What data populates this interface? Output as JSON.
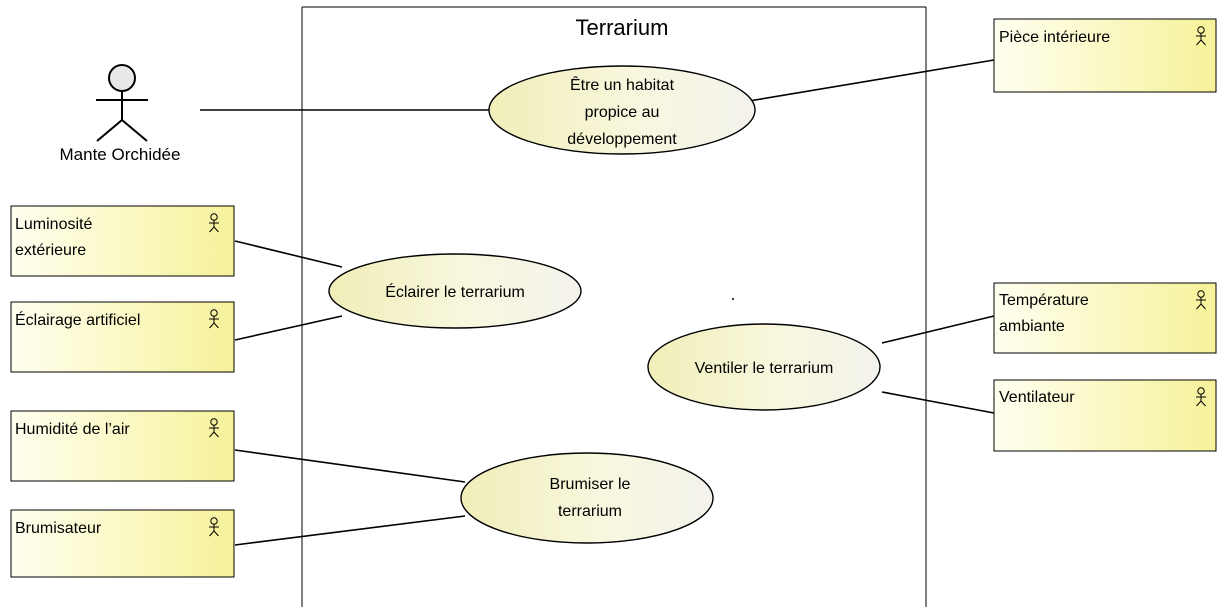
{
  "diagram": {
    "system_title": "Terrarium",
    "primary_actor": {
      "name": "Mante Orchidée",
      "icon": "stick-figure-actor-icon"
    },
    "use_cases": {
      "habitat": [
        "Être un habitat",
        "propice au",
        "développement"
      ],
      "eclairer": [
        "Éclairer le terrarium"
      ],
      "ventiler": [
        "Ventiler le terrarium"
      ],
      "brumiser": [
        "Brumiser le",
        "terrarium"
      ]
    },
    "external_actors": {
      "piece": [
        "Pièce intérieure"
      ],
      "luminosite": [
        "Luminosité",
        "extérieure"
      ],
      "eclairage": [
        "Éclairage artificiel"
      ],
      "humidite": [
        "Humidité de l’air"
      ],
      "brumisateur": [
        "Brumisateur"
      ],
      "temperature": [
        "Température",
        "ambiante"
      ],
      "ventilateur": [
        "Ventilateur"
      ]
    },
    "actor_icon": "actor-glyph-icon",
    "colors": {
      "use_case_fill_light": "#fafae6",
      "use_case_fill_dark": "#f0eeb8",
      "actor_box_fill_light": "#fffff0",
      "actor_box_fill_dark": "#f6f29a",
      "stroke": "#000000"
    }
  }
}
